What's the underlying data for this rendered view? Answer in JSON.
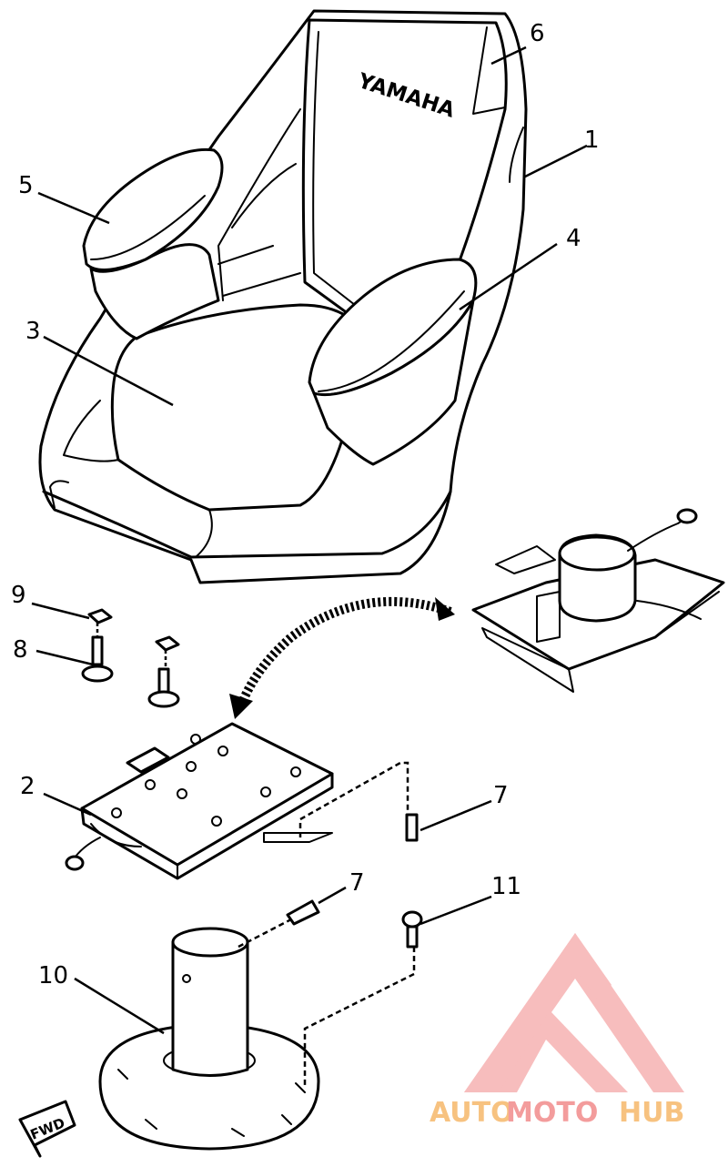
{
  "diagram": {
    "brand_on_seat": "YAMAHA",
    "direction_label": "FWD",
    "callouts": [
      "1",
      "2",
      "3",
      "4",
      "5",
      "6",
      "7",
      "7",
      "8",
      "9",
      "10",
      "11"
    ]
  },
  "watermark": {
    "part_auto": "AUTO",
    "part_moto": "MOTO",
    "part_hub": "HUB",
    "colors": {
      "triangle": "#f28b8b",
      "auto": "#f6b86a",
      "moto": "#f28b8b",
      "hub": "#f6b86a"
    }
  }
}
